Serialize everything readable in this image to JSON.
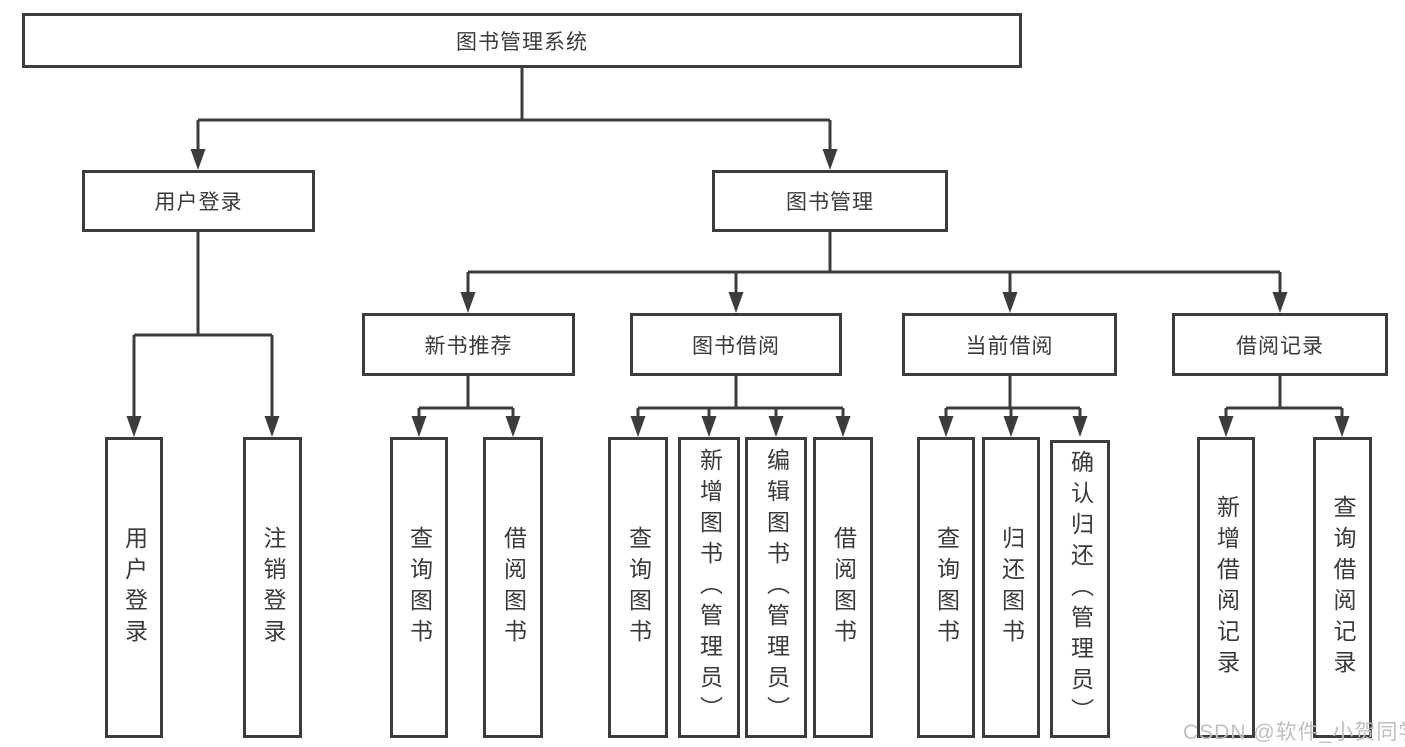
{
  "diagram": {
    "tree": {
      "root": {
        "label": "图书管理系统"
      },
      "children": [
        {
          "label": "用户登录",
          "children": [
            {
              "label": "用户登录"
            },
            {
              "label": "注销登录"
            }
          ]
        },
        {
          "label": "图书管理",
          "children": [
            {
              "label": "新书推荐",
              "children": [
                {
                  "label": "查询图书"
                },
                {
                  "label": "借阅图书"
                }
              ]
            },
            {
              "label": "图书借阅",
              "children": [
                {
                  "label": "查询图书"
                },
                {
                  "label": "新增图书（管理员）"
                },
                {
                  "label": "编辑图书（管理员）"
                },
                {
                  "label": "借阅图书"
                }
              ]
            },
            {
              "label": "当前借阅",
              "children": [
                {
                  "label": "查询图书"
                },
                {
                  "label": "归还图书"
                },
                {
                  "label": "确认归还（管理员）"
                }
              ]
            },
            {
              "label": "借阅记录",
              "children": [
                {
                  "label": "新增借阅记录"
                },
                {
                  "label": "查询借阅记录"
                }
              ]
            }
          ]
        }
      ]
    },
    "watermark": "CSDN @软件_小贺同学",
    "colors": {
      "line": "#3c3c3c",
      "text": "#3a3a3a",
      "watermark": "#c0c0c0",
      "background": "#ffffff"
    }
  }
}
